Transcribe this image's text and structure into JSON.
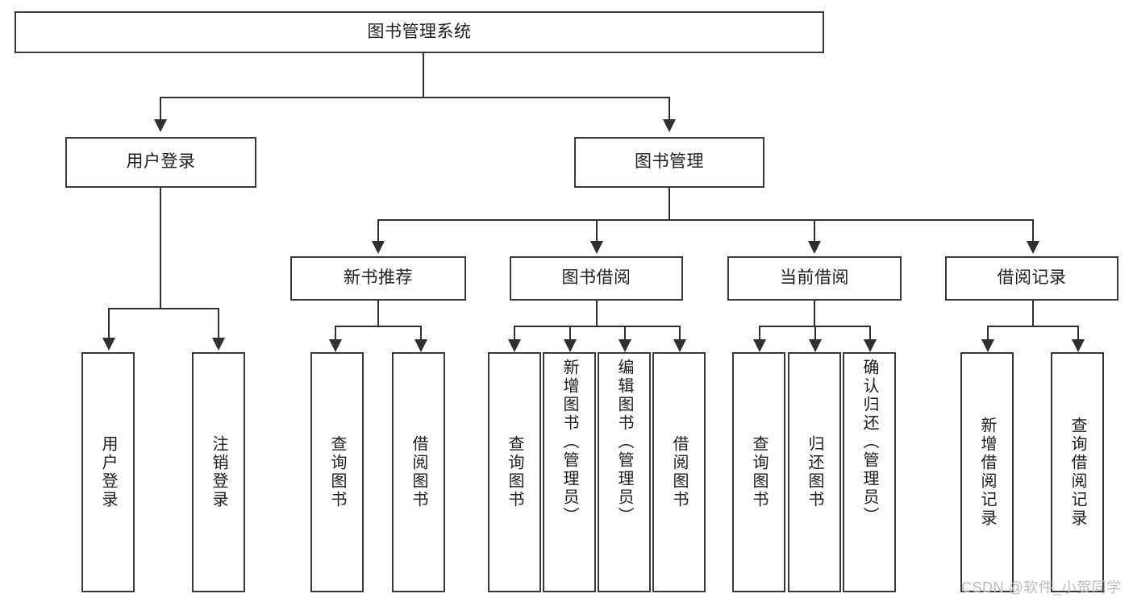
{
  "diagram": {
    "title": "图书管理系统",
    "root": {
      "label": "图书管理系统"
    },
    "level2": [
      {
        "label": "用户登录"
      },
      {
        "label": "图书管理"
      }
    ],
    "level3": [
      {
        "label": "新书推荐"
      },
      {
        "label": "图书借阅"
      },
      {
        "label": "当前借阅"
      },
      {
        "label": "借阅记录"
      }
    ],
    "leaves": {
      "user_login": [
        {
          "label": "用户登录"
        },
        {
          "label": "注销登录"
        }
      ],
      "new_book_recommend": [
        {
          "label": "查询图书"
        },
        {
          "label": "借阅图书"
        }
      ],
      "book_borrow": [
        {
          "label": "查询图书"
        },
        {
          "label": "新增图书（管理员）"
        },
        {
          "label": "编辑图书（管理员）"
        },
        {
          "label": "借阅图书"
        }
      ],
      "current_borrow": [
        {
          "label": "查询图书"
        },
        {
          "label": "归还图书"
        },
        {
          "label": "确认归还（管理员）"
        }
      ],
      "borrow_record": [
        {
          "label": "新增借阅记录"
        },
        {
          "label": "查询借阅记录"
        }
      ]
    }
  },
  "watermark": {
    "text": "CSDN @软件_小贺同学"
  },
  "colors": {
    "stroke": "#2f2f2f",
    "box_border": "#3a3a3a",
    "text": "#1d1d1d",
    "background": "#ffffff",
    "watermark": "#bdbdbd"
  }
}
